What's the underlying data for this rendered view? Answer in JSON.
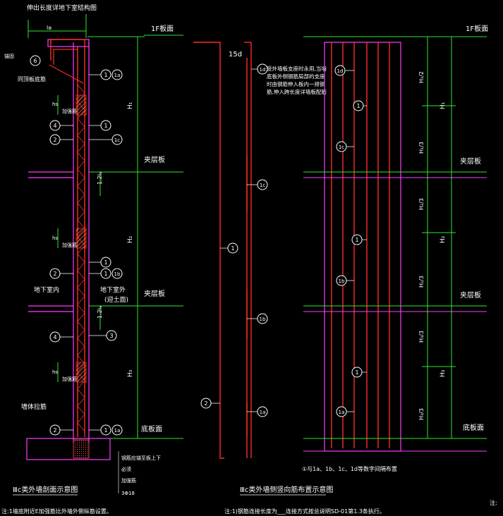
{
  "colors": {
    "background": "#000000",
    "rebar": "#ff2a2a",
    "wall": "#ff3cff",
    "dimension": "#2ee82e",
    "text": "#ffffff",
    "label": "#ffff00",
    "slab_mark": "#00ff00"
  },
  "left_diagram": {
    "top_note": "伸出长度详地下室结构图",
    "levels": {
      "roof": "1F板面",
      "mid": "夹层板",
      "lower": "夹层板",
      "bottom": "底板面"
    },
    "dims": {
      "h1": "H₁",
      "h2": "H₂",
      "h3": "H₃",
      "lap1": "1.2lₐ",
      "lap2": "1.2lₐ",
      "la": "la",
      "hs": "hs"
    },
    "notes": {
      "anchor": "锚固",
      "cap": "同顶板底筋",
      "strengthen": "加强筋",
      "indoor": "地下室内",
      "outdoor": "地下室外",
      "outdoor_sub": "(迎土面)",
      "tie": "墙体拉筋",
      "bottom_bar": "钢筋应锚至板上下",
      "bottom_bar2": "必须",
      "bottom_bar3": "加强筋",
      "bottom_bar4": "3Φ18"
    },
    "bubbles": [
      "6",
      "1",
      "1a",
      "4",
      "2",
      "1",
      "1c",
      "1",
      "2",
      "1",
      "1b",
      "4",
      "3",
      "2",
      "1",
      "1a"
    ],
    "caption": "Ⅲc类外墙剖面示意图"
  },
  "middle_diagram": {
    "label_15d": "15d",
    "bubbles": [
      "1d",
      "1c",
      "1",
      "1b",
      "2",
      "1a"
    ],
    "note": "受外墙板支座时永用,当墙底板外侧钢筋局部的支座时由钢筋伸入板内一排钢筋,伸入跨长度详墙板配筋",
    "caption": "Ⅲc类外墙侧竖向筋布置示意图"
  },
  "right_diagram": {
    "levels": {
      "roof": "1F板面",
      "mid": "夹层板",
      "lower": "夹层板",
      "bottom": "底板面"
    },
    "dims": {
      "h1": "H₁",
      "h2": "H₂",
      "h3": "H₃",
      "p1": "H₁/2",
      "p2": "H₁/3",
      "p3": "H₂/3",
      "p4": "H₂/3",
      "p5": "H₃/3",
      "p6": "H₃/3"
    },
    "bubbles": [
      "1d",
      "1",
      "1c",
      "1",
      "1b",
      "1",
      "1a"
    ],
    "legend": "①与1a、1b、1c、1d等数字间隔布置"
  },
  "bottom_notes": {
    "left": "注:1墙底附近E加强筋比外墙外侧纵筋设置。",
    "middle": "注:1)钢筋连接长度为___连接方式按总说明SD-01第1.3条执行。",
    "right": "注:"
  }
}
